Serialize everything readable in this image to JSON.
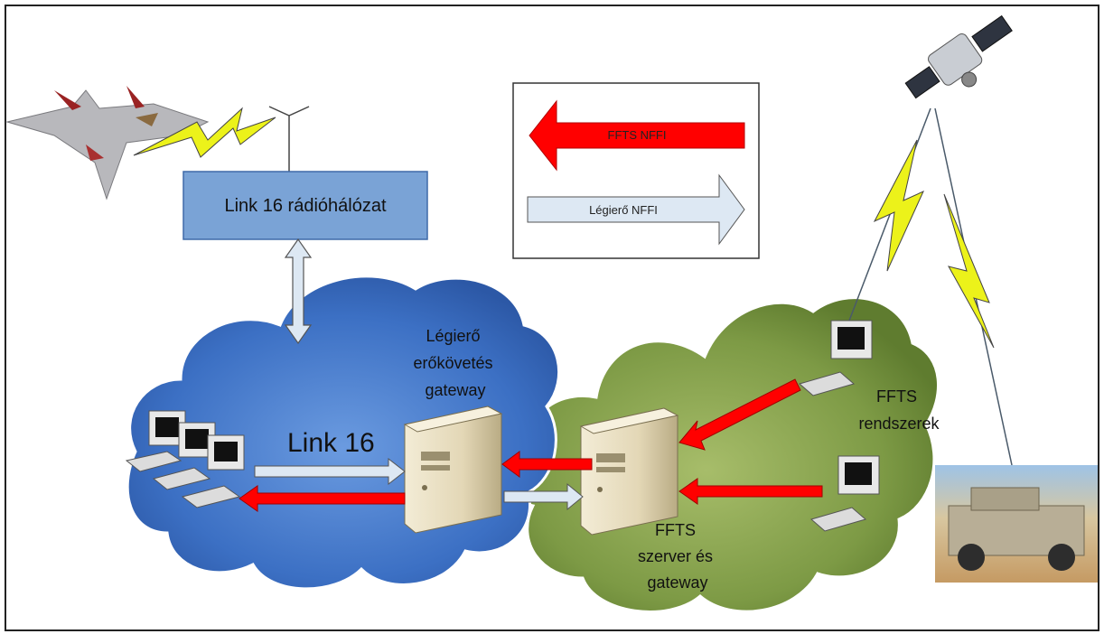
{
  "diagram": {
    "radio_network_box": {
      "label": "Link 16 rádióhálózat"
    },
    "legend": {
      "red_arrow_label": "FFTS NFFI",
      "white_arrow_label": "Légierő NFFI"
    },
    "air_force_gateway_label": [
      "Légierő",
      "erőkövetés",
      "gateway"
    ],
    "link16_label": "Link 16",
    "ffts_server_label": [
      "FFTS",
      "szerver és",
      "gateway"
    ],
    "ffts_systems_label": [
      "FFTS",
      "rendszerek"
    ],
    "colors": {
      "red_arrow": "#ff0000",
      "white_arrow": "#dde8f3",
      "blue_cloud": "#3f74c7",
      "green_cloud": "#7f9c42",
      "radio_box": "#7aa3d6",
      "lightning": "#ecf21a"
    },
    "icons": [
      "fighter-jet",
      "antenna",
      "satellite",
      "humvee",
      "server",
      "computer-terminal"
    ]
  }
}
